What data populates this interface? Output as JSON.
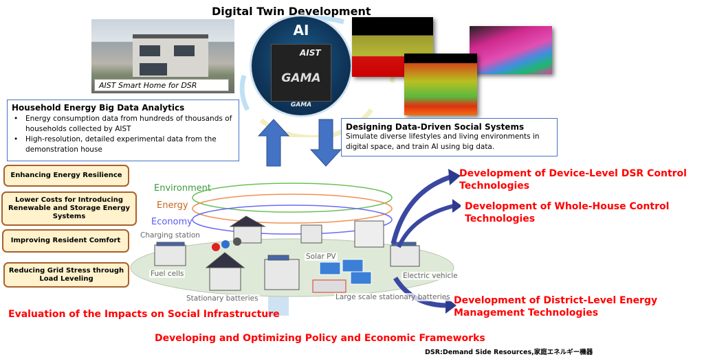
{
  "title": "Digital Twin Development",
  "photo_caption": "AIST Smart Home for DSR",
  "ai_hub": {
    "label": "AI",
    "brand1": "AIST",
    "brand2": "GAMA",
    "brand3": "GAMA"
  },
  "household_box": {
    "heading": "Household Energy Big Data Analytics",
    "bullets": [
      "Energy consumption data from hundreds of thousands of households collected by AIST",
      "High-resolution, detailed experimental data from the demonstration house"
    ]
  },
  "designing_box": {
    "heading": "Designing Data-Driven Social Systems",
    "body": "Simulate diverse lifestyles and living environments in digital space, and train AI using big data."
  },
  "benefits": [
    "Enhancing Energy Resilience",
    "Lower Costs for Introducing Renewable and Storage Energy Systems",
    "Improving Resident Comfort",
    "Reducing Grid Stress through Load Leveling"
  ],
  "rings": {
    "environment": "Environment",
    "energy": "Energy",
    "economy": "Economy"
  },
  "town_labels": {
    "charging": "Charging station",
    "fuel": "Fuel cells",
    "solar": "Solar PV",
    "ev": "Electric vehicle",
    "stationary": "Stationary batteries",
    "large": "Large scale stationary batteries"
  },
  "outcomes": {
    "device": "Development of Device-Level DSR Control Technologies",
    "house": "Development of Whole-House Control Technologies",
    "district": "Development of District-Level Energy Management Technologies",
    "evaluation": "Evaluation of the Impacts on Social Infrastructure",
    "policy": "Developing and Optimizing Policy and Economic Frameworks"
  },
  "footnote": "DSR:Demand Side Resources,家庭エネルギー機器",
  "colors": {
    "red": "#ff0000",
    "arrow_blue": "#4472c4",
    "dark_arrow": "#2e3a8c",
    "env": "#3c9a3c",
    "energy": "#c8641e",
    "economy": "#5a5af0"
  }
}
